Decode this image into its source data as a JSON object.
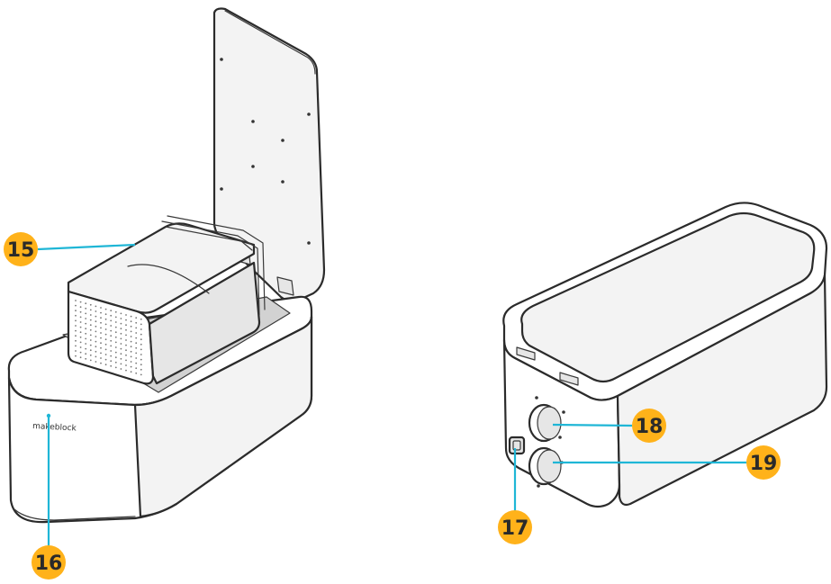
{
  "brand": "makeblock",
  "callouts": [
    {
      "id": "c15",
      "label": "15"
    },
    {
      "id": "c16",
      "label": "16"
    },
    {
      "id": "c17",
      "label": "17"
    },
    {
      "id": "c18",
      "label": "18"
    },
    {
      "id": "c19",
      "label": "19"
    }
  ],
  "colors": {
    "callout_fill": "#ffb21a",
    "leader_line": "#1fb6d6",
    "outline": "#2b2b2b"
  }
}
